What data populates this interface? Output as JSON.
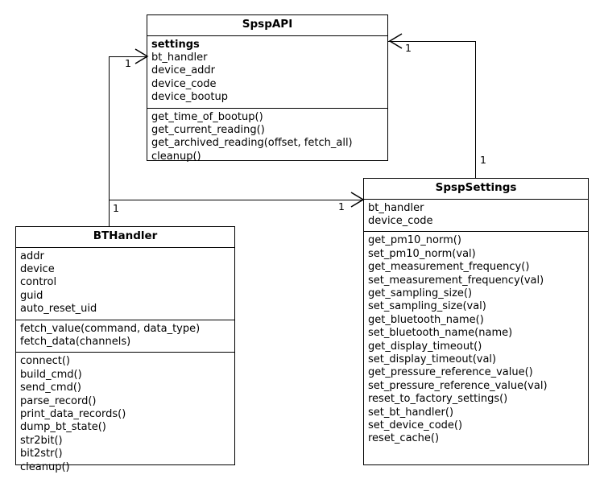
{
  "diagram": {
    "type": "uml-class-diagram",
    "background_color": "#ffffff",
    "line_color": "#000000",
    "text_color": "#000000"
  },
  "classes": {
    "spsp_api": {
      "name": "SpspAPI",
      "attributes": [
        "settings",
        "bt_handler",
        "device_addr",
        "device_code",
        "device_bootup"
      ],
      "bold_attributes": [
        "settings"
      ],
      "methods": [
        "get_time_of_bootup()",
        "get_current_reading()",
        "get_archived_reading(offset, fetch_all)",
        "cleanup()"
      ]
    },
    "spsp_settings": {
      "name": "SpspSettings",
      "attributes": [
        "bt_handler",
        "device_code"
      ],
      "methods": [
        "get_pm10_norm()",
        "set_pm10_norm(val)",
        "get_measurement_frequency()",
        "set_measurement_frequency(val)",
        "get_sampling_size()",
        "set_sampling_size(val)",
        "get_bluetooth_name()",
        "set_bluetooth_name(name)",
        "get_display_timeout()",
        "set_display_timeout(val)",
        "get_pressure_reference_value()",
        "set_pressure_reference_value(val)",
        "reset_to_factory_settings()",
        "set_bt_handler()",
        "set_device_code()",
        "reset_cache()"
      ]
    },
    "bt_handler": {
      "name": "BTHandler",
      "attributes": [
        "addr",
        "device",
        "control",
        "guid",
        "auto_reset_uid"
      ],
      "methods_primary": [
        "fetch_value(command, data_type)",
        "fetch_data(channels)"
      ],
      "methods_secondary": [
        "connect()",
        "build_cmd()",
        "send_cmd()",
        "parse_record()",
        "print_data_records()",
        "dump_bt_state()",
        "str2bit()",
        "bit2str()",
        "cleanup()"
      ]
    }
  },
  "associations": [
    {
      "id": "bthandler-to-spspapi",
      "source": "BTHandler",
      "target": "SpspAPI",
      "source_multiplicity": "1",
      "target_multiplicity": "1"
    },
    {
      "id": "bthandler-to-spspsettings",
      "source": "BTHandler",
      "target": "SpspSettings",
      "source_multiplicity": "1",
      "target_multiplicity": "1"
    },
    {
      "id": "spspsettings-to-spspapi",
      "source": "SpspSettings",
      "target": "SpspAPI",
      "source_multiplicity": "1",
      "target_multiplicity": "1"
    }
  ],
  "multiplicity_labels": {
    "api_left": "1",
    "api_right": "1",
    "bthandler_top": "1",
    "settings_left": "1",
    "settings_top": "1"
  }
}
